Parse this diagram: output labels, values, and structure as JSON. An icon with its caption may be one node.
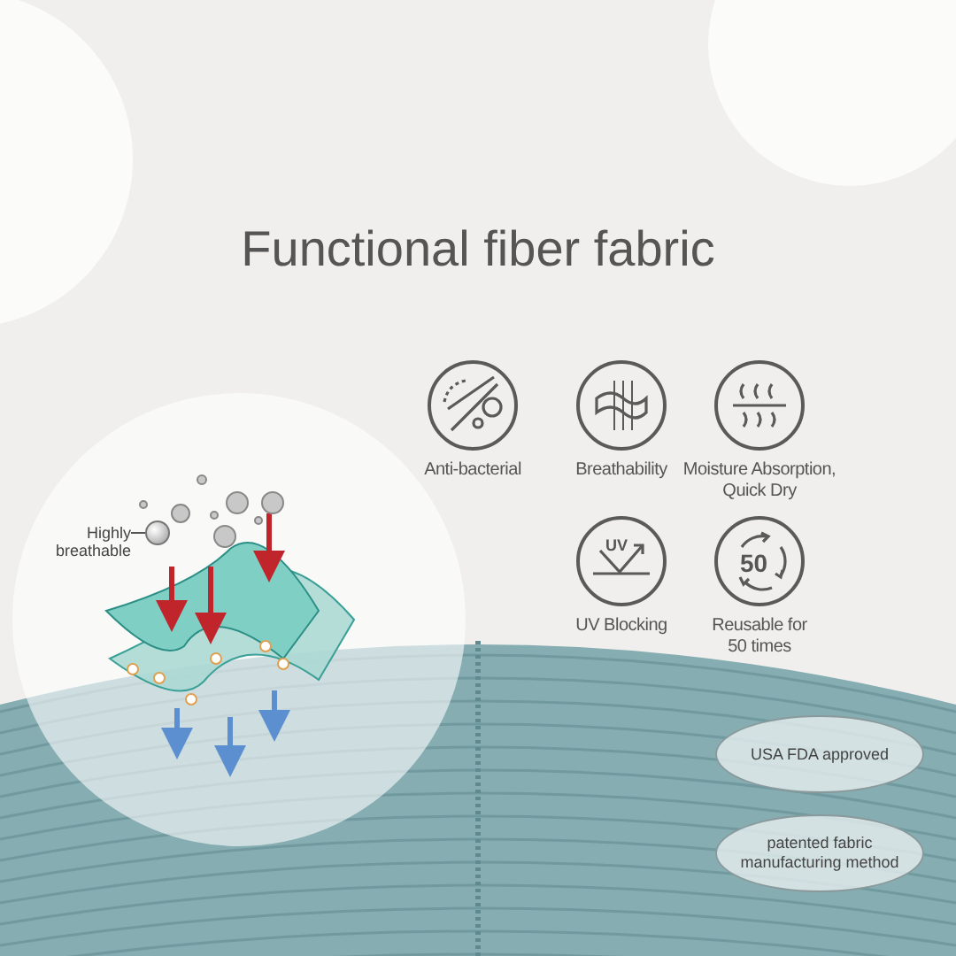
{
  "diagram": {
    "title": "Functional fiber fabric",
    "nodes": [
      {
        "text": [
          "Highly breathable"
        ]
      },
      {
        "text": [],
        "shape": "circle"
      },
      {
        "text": [
          "USA FDA approved"
        ]
      },
      {
        "text": [
          "patented fabric manufacturing method"
        ]
      }
    ],
    "edges": [
      {
        "from": 0,
        "to": 1,
        "arrow": "none"
      }
    ],
    "labels": [
      "Anti-bacterial",
      "Breathability",
      "Moisture Absorption, Quick Dry",
      "UV",
      "UV Blocking",
      "50",
      "Reusable for 50 times"
    ]
  }
}
